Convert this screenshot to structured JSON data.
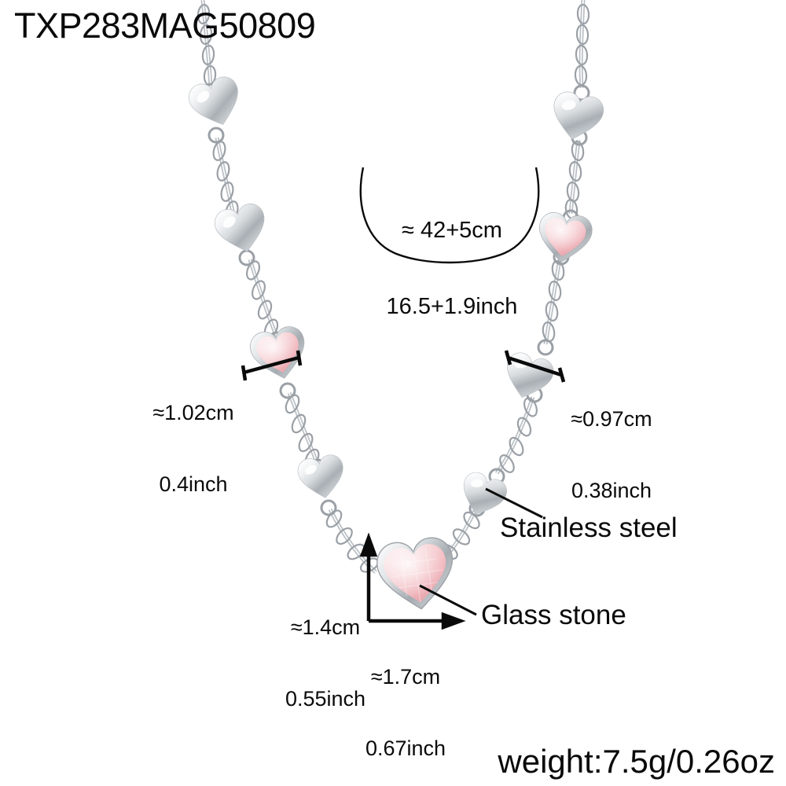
{
  "product": {
    "sku": "TXP283MAG50809",
    "weight": "weight:7.5g/0.26oz"
  },
  "chain_length": {
    "metric": "≈ 42+5cm",
    "imperial": "16.5+1.9inch"
  },
  "dimensions": {
    "small_pink_heart": {
      "metric": "≈1.02cm",
      "imperial": "0.4inch"
    },
    "small_steel_heart": {
      "metric": "≈0.97cm",
      "imperial": "0.38inch"
    },
    "pendant_height": {
      "metric": "≈1.4cm",
      "imperial": "0.55inch"
    },
    "pendant_width": {
      "metric": "≈1.7cm",
      "imperial": "0.67inch"
    }
  },
  "materials": {
    "steel": "Stainless steel",
    "glass": "Glass stone"
  },
  "colors": {
    "metal_light": "#fdfdfd",
    "metal_mid": "#c9ccd0",
    "metal_dark": "#8e9499",
    "metal_shadow": "#6d7378",
    "glass_light": "#fae2e4",
    "glass_mid": "#f3bfc4",
    "glass_dark": "#e8a0a6",
    "annotation": "#0a0a0a",
    "background": "#ffffff"
  }
}
